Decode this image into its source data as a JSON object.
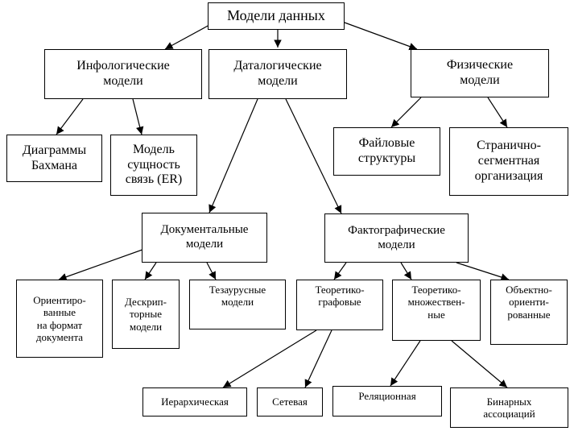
{
  "nodes": {
    "root": "Модели данных",
    "infological": "Инфологические\nмодели",
    "datalogical": "Даталогические\nмодели",
    "physical": "Физические\nмодели",
    "bachman": "Диаграммы\nБахмана",
    "er": "Модель\nсущность\nсвязь (ER)",
    "files": "Файловые\nструктуры",
    "paged": "Странично-\nсегментная\nорганизация",
    "documental": "Документальные\nмодели",
    "factographic": "Фактографические\nмодели",
    "doc_format": "Ориентиро-\nванные\nна формат\nдокумента",
    "descriptor": "Дескрип-\nторные\nмодели",
    "thesaurus": "Тезаурусные\nмодели",
    "graph": "Теоретико-\nграфовые",
    "set": "Теоретико-\nмножествен-\nные",
    "object": "Объектно-\nориенти-\nрованные",
    "hierarchical": "Иерархическая",
    "network": "Сетевая",
    "relational": "Реляционная",
    "binary": "Бинарных\nассоциаций"
  }
}
